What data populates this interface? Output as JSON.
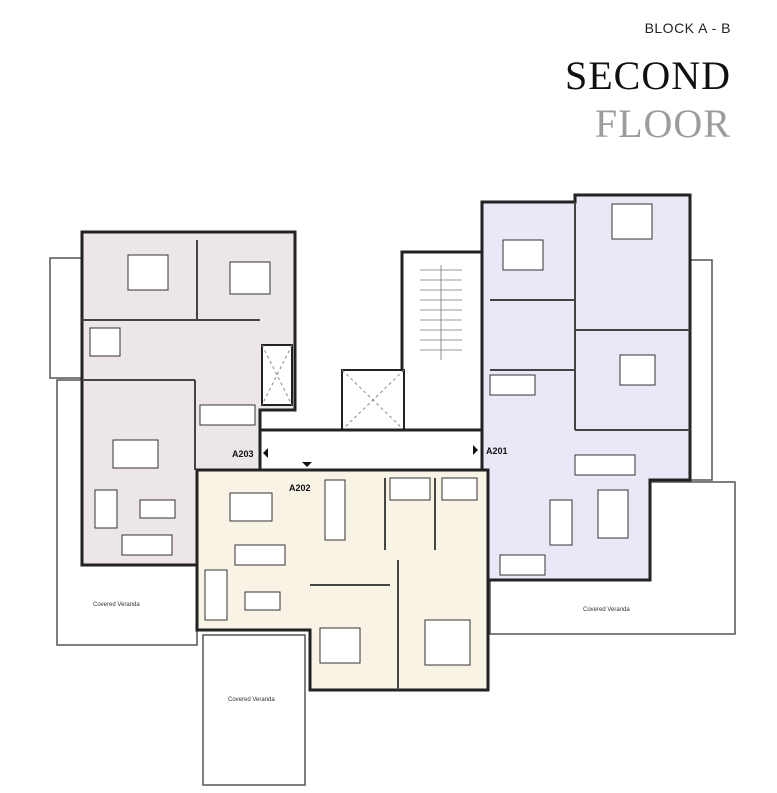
{
  "header": {
    "block": "BLOCK A - B",
    "title_line1": "SECOND",
    "title_line2": "FLOOR"
  },
  "units": [
    {
      "id": "A203",
      "color": "#ece6ea"
    },
    {
      "id": "A202",
      "color": "#f8f3e4"
    },
    {
      "id": "A201",
      "color": "#e8e8f6"
    }
  ],
  "verandas": [
    "Covered Veranda",
    "Covered Veranda",
    "Covered Veranda"
  ]
}
